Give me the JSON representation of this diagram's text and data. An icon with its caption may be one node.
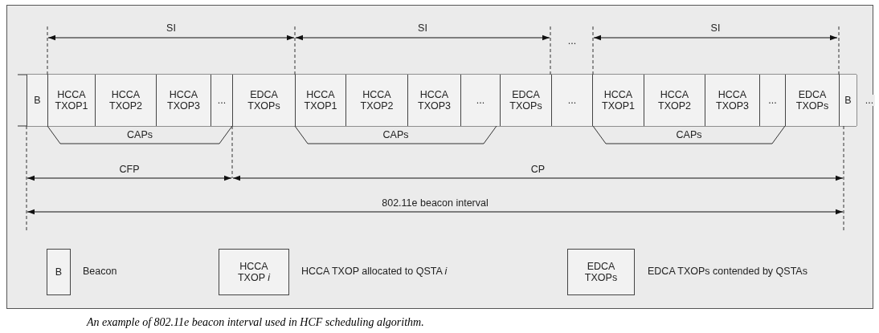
{
  "diagram": {
    "caption": "An example of 802.11e beacon interval used in HCF scheduling algorithm.",
    "nodes": [
      {
        "text": [
          "B"
        ]
      },
      {
        "text": [
          "HCCA TXOP1"
        ]
      },
      {
        "text": [
          "HCCA TXOP2"
        ]
      },
      {
        "text": [
          "HCCA TXOP3"
        ]
      },
      {
        "text": [
          "..."
        ]
      },
      {
        "text": [
          "EDCA TXOPs"
        ]
      },
      {
        "text": [
          "HCCA TXOP1"
        ]
      },
      {
        "text": [
          "HCCA TXOP2"
        ]
      },
      {
        "text": [
          "HCCA TXOP3"
        ]
      },
      {
        "text": [
          "..."
        ]
      },
      {
        "text": [
          "EDCA TXOPs"
        ]
      },
      {
        "text": [
          "..."
        ]
      },
      {
        "text": [
          "HCCA TXOP1"
        ]
      },
      {
        "text": [
          "HCCA TXOP2"
        ]
      },
      {
        "text": [
          "HCCA TXOP3"
        ]
      },
      {
        "text": [
          "..."
        ]
      },
      {
        "text": [
          "EDCA TXOPs"
        ]
      },
      {
        "text": [
          "B"
        ]
      },
      {
        "text": [
          "B"
        ],
        "beside": [
          "Beacon"
        ]
      },
      {
        "text": [
          "HCCA TXOP *i*"
        ],
        "beside": [
          "HCCA TXOP allocated to QSTA *i*"
        ]
      },
      {
        "text": [
          "EDCA TXOPs"
        ],
        "beside": [
          "EDCA TXOPs contended by QSTAs"
        ]
      }
    ],
    "labels": [
      "SI",
      "SI",
      "...",
      "SI",
      "...",
      "CAPs",
      "CAPs",
      "CAPs",
      "CFP",
      "CP",
      "802.11e beacon interval"
    ]
  }
}
